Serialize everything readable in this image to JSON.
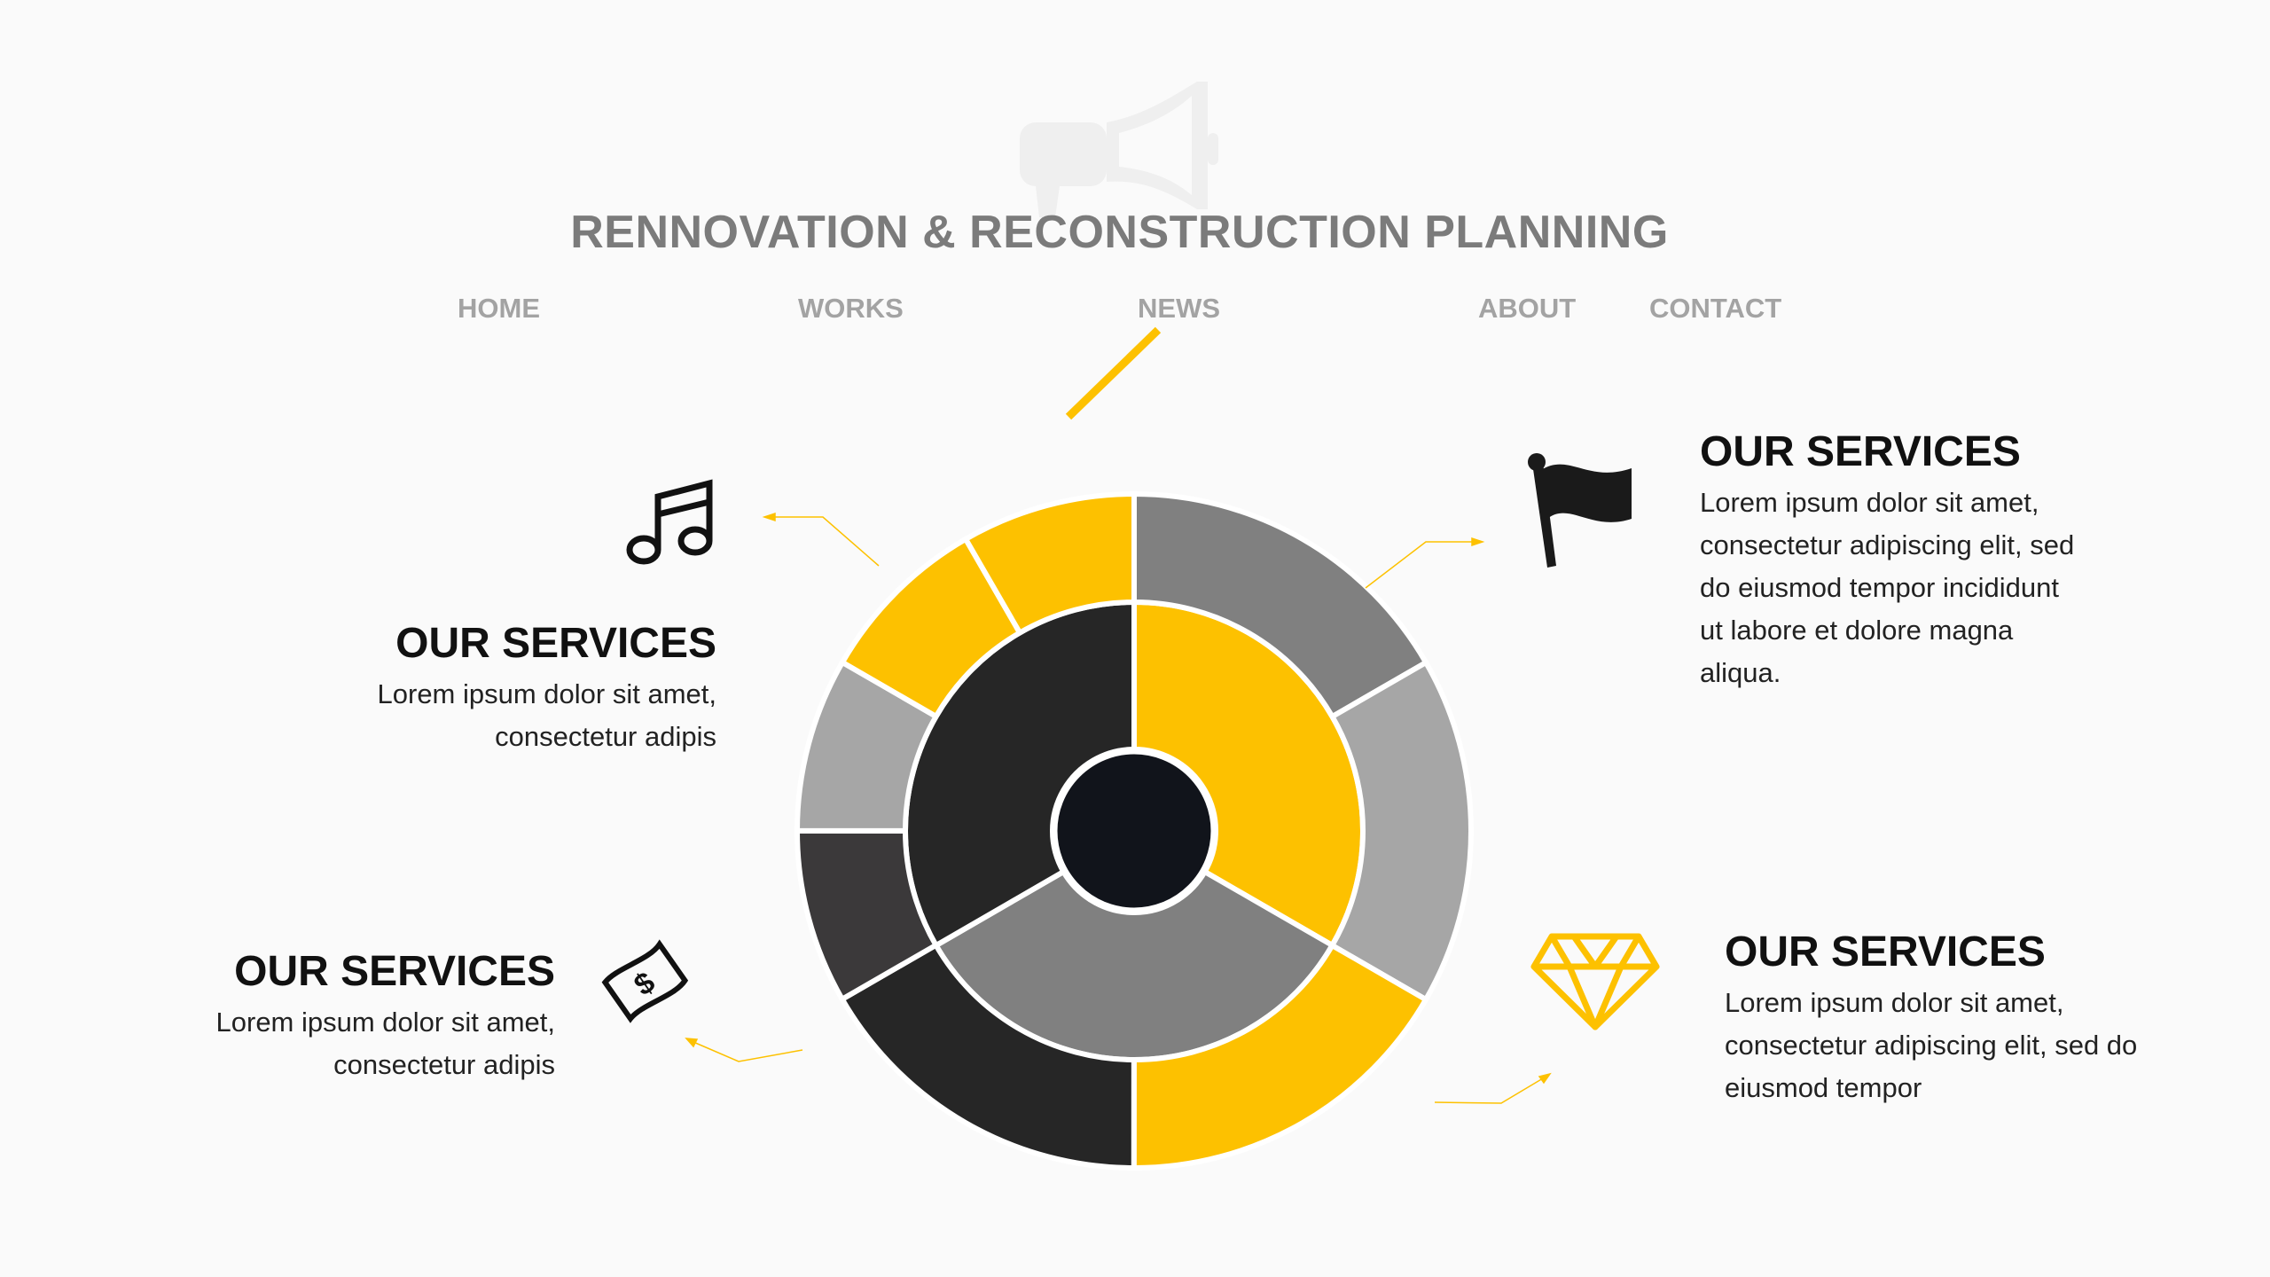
{
  "header": {
    "title": "RENNOVATION & RECONSTRUCTION PLANNING",
    "nav": [
      "HOME",
      "WORKS",
      "NEWS",
      "ABOUT",
      "CONTACT"
    ]
  },
  "colors": {
    "accent": "#fdc100",
    "dark": "#262626",
    "grey": "#808080",
    "light_grey": "#a6a6a6",
    "charcoal": "#3b393a",
    "hub": "#11141b",
    "background": "#fafafa"
  },
  "services": [
    {
      "icon": "music-note-icon",
      "heading": "OUR SERVICES",
      "body": [
        "Lorem ipsum dolor sit amet,",
        "consectetur adipis"
      ]
    },
    {
      "icon": "flag-icon",
      "heading": "OUR SERVICES",
      "body": [
        "Lorem ipsum dolor sit amet,",
        "consectetur adipiscing elit, sed",
        "do eiusmod tempor incididunt",
        "ut labore et dolore magna",
        "aliqua."
      ]
    },
    {
      "icon": "money-icon",
      "heading": "OUR SERVICES",
      "body": [
        "Lorem ipsum dolor sit amet,",
        "consectetur adipis"
      ]
    },
    {
      "icon": "diamond-icon",
      "heading": "OUR SERVICES",
      "body": [
        "Lorem ipsum dolor sit amet,",
        "consectetur adipiscing elit, sed do",
        "eiusmod tempor"
      ]
    }
  ],
  "chart_data": {
    "type": "pie",
    "rings": [
      {
        "name": "inner",
        "segments": [
          {
            "share": 0.3333,
            "color": "#fdc100"
          },
          {
            "share": 0.3333,
            "color": "#808080"
          },
          {
            "share": 0.3334,
            "color": "#262626"
          }
        ]
      },
      {
        "name": "outer",
        "segments": [
          {
            "share": 0.1667,
            "color": "#808080"
          },
          {
            "share": 0.1667,
            "color": "#a6a6a6"
          },
          {
            "share": 0.1667,
            "color": "#fdc100"
          },
          {
            "share": 0.1667,
            "color": "#262626"
          },
          {
            "share": 0.0833,
            "color": "#3b393a"
          },
          {
            "share": 0.0833,
            "color": "#a6a6a6"
          },
          {
            "share": 0.0833,
            "color": "#fdc100"
          },
          {
            "share": 0.0833,
            "color": "#fdc100"
          }
        ]
      }
    ]
  }
}
